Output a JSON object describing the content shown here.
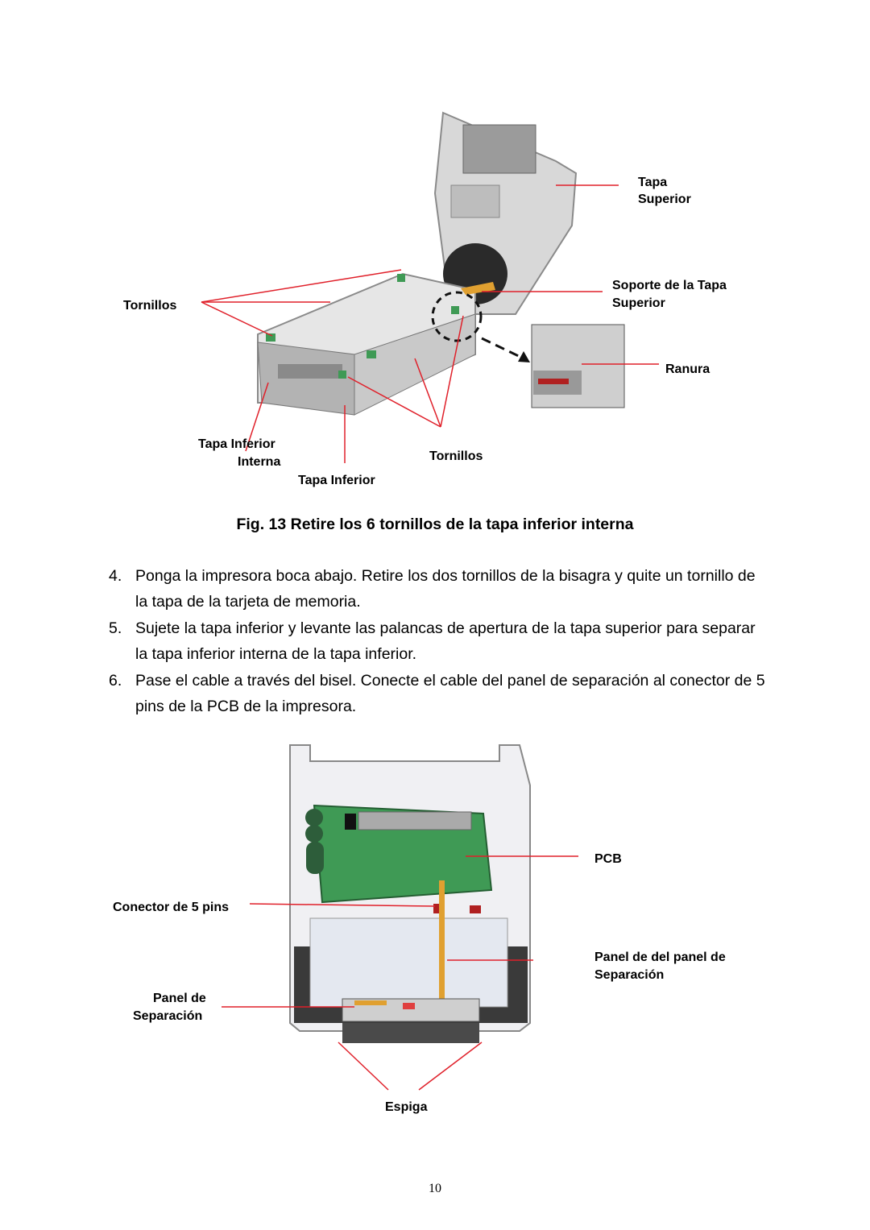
{
  "figure1": {
    "labels": {
      "tapa_superior_1": "Tapa",
      "tapa_superior_2": "Superior",
      "soporte_1": "Soporte de la Tapa",
      "soporte_2": "Superior",
      "ranura": "Ranura",
      "tornillos_left": "Tornillos",
      "tapa_inferior_interna_1": "Tapa Inferior",
      "tapa_inferior_interna_2": "Interna",
      "tornillos_bottom": "Tornillos",
      "tapa_inferior": "Tapa Inferior"
    },
    "caption": "Fig. 13 Retire los 6 tornillos de la tapa inferior interna"
  },
  "steps": [
    {
      "number": "4.",
      "text": "Ponga la impresora boca abajo. Retire los dos tornillos de la bisagra y quite un tornillo de la tapa de la tarjeta de memoria."
    },
    {
      "number": "5.",
      "text": "Sujete la tapa inferior y levante las palancas de apertura de la tapa superior para separar la tapa inferior interna de la tapa inferior."
    },
    {
      "number": "6.",
      "text": "Pase el cable a través del bisel. Conecte el cable del panel de separación al conector de 5 pins de la PCB de la impresora."
    }
  ],
  "figure2": {
    "labels": {
      "pcb": "PCB",
      "conector": "Conector de 5 pins",
      "panel_del_panel_1": "Panel de del panel de",
      "panel_del_panel_2": "Separación",
      "panel_sep_1": "Panel de",
      "panel_sep_2": "Separación",
      "espiga": "Espiga"
    }
  },
  "page_number": "10",
  "colors": {
    "callout": "#e0202a",
    "pcb_green": "#3f9a55"
  }
}
